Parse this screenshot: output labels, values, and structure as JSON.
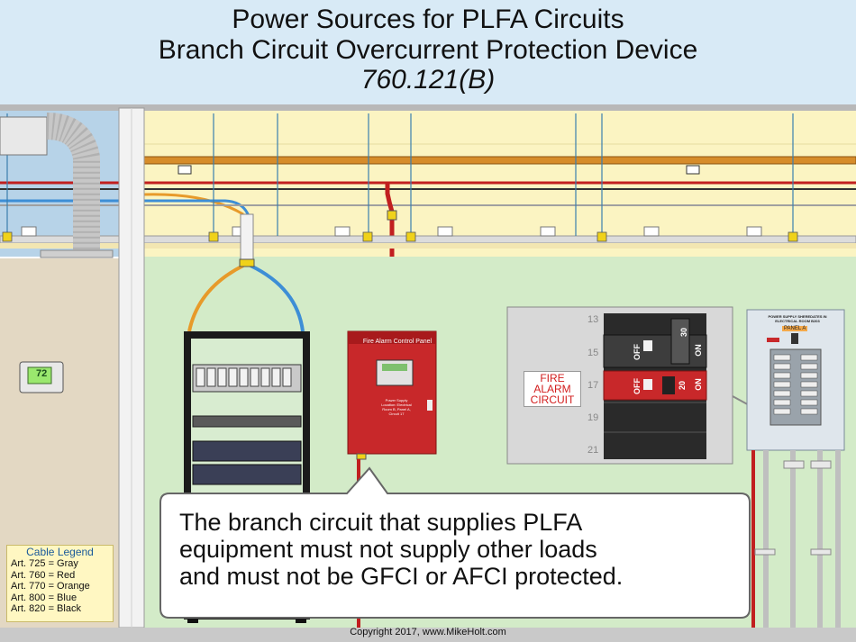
{
  "title": {
    "line1": "Power Sources for PLFA Circuits",
    "line2": "Branch Circuit Overcurrent Protection Device",
    "line3": "760.121(B)"
  },
  "fire_alarm_panel": {
    "label": "Fire Alarm Control Panel",
    "sub_label": "Power Supply Location: Electrical Room B, Panel A, Circuit 17"
  },
  "breaker_detail": {
    "circuit_label": "FIRE\nALARM\nCIRCUIT",
    "slot_numbers": [
      "13",
      "15",
      "17",
      "19",
      "21"
    ],
    "breakers": [
      {
        "rating": "30",
        "off_label": "OFF",
        "on_label": "ON"
      },
      {
        "rating": "20",
        "off_label": "OFF",
        "on_label": "ON"
      }
    ]
  },
  "power_supply_panel": {
    "placard": "POWER SUPPLY SHEREDATES IN ELECTRICAL ROOM B203",
    "panel_name": "PANEL A"
  },
  "thermostat": {
    "reading": "72"
  },
  "callout": {
    "line1": "The branch circuit that supplies PLFA",
    "line2": "equipment must not supply other loads",
    "line3": "and must not be GFCI or AFCI protected."
  },
  "legend": {
    "title": "Cable Legend",
    "items": [
      "Art. 725 = Gray",
      "Art. 760 = Red",
      "Art. 770 = Orange",
      "Art. 800 = Blue",
      "Art. 820 = Black"
    ]
  },
  "copyright": "Copyright 2017, www.MikeHolt.com",
  "colors": {
    "title_band": "#d8eaf6",
    "ceiling_space": "#fbf4c2",
    "wall": "#d3ebc8",
    "left_wall": "#e3d8c3",
    "fire_alarm_red": "#c8282a",
    "cable_red": "#c11f1f",
    "cable_blue": "#3d8ed6",
    "cable_orange": "#e79a2a"
  }
}
